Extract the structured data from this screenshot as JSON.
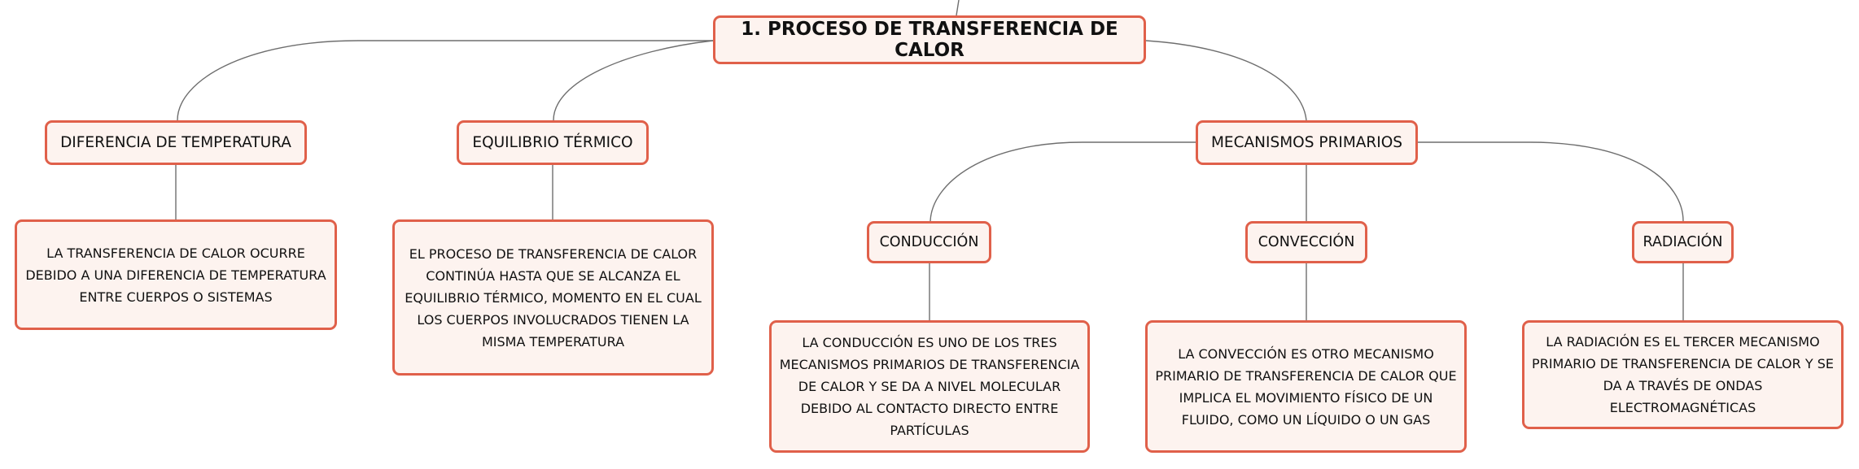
{
  "colors": {
    "node_border": "#e0604a",
    "node_fill": "#fdf3ef",
    "connector": "#6e6e6e"
  },
  "root": {
    "label": "1. PROCESO DE TRANSFERENCIA DE CALOR"
  },
  "branches": {
    "diferencia": {
      "label": "DIFERENCIA DE TEMPERATURA",
      "detail": "LA TRANSFERENCIA DE CALOR OCURRE DEBIDO A UNA DIFERENCIA DE TEMPERATURA ENTRE CUERPOS O SISTEMAS"
    },
    "equilibrio": {
      "label": "EQUILIBRIO TÉRMICO",
      "detail": "EL PROCESO DE TRANSFERENCIA DE CALOR CONTINÚA HASTA QUE SE ALCANZA EL EQUILIBRIO TÉRMICO, MOMENTO EN EL CUAL LOS CUERPOS INVOLUCRADOS TIENEN LA MISMA TEMPERATURA"
    },
    "mecanismos": {
      "label": "MECANISMOS PRIMARIOS",
      "conduccion": {
        "label": "CONDUCCIÓN",
        "detail": "LA CONDUCCIÓN ES UNO DE LOS TRES MECANISMOS PRIMARIOS DE TRANSFERENCIA DE CALOR Y SE DA A NIVEL MOLECULAR DEBIDO AL CONTACTO DIRECTO ENTRE PARTÍCULAS"
      },
      "conveccion": {
        "label": "CONVECCIÓN",
        "detail": "LA CONVECCIÓN ES OTRO MECANISMO PRIMARIO DE TRANSFERENCIA DE CALOR QUE IMPLICA EL MOVIMIENTO FÍSICO DE UN FLUIDO, COMO UN LÍQUIDO O UN GAS"
      },
      "radiacion": {
        "label": "RADIACIÓN",
        "detail": "LA RADIACIÓN ES EL TERCER MECANISMO PRIMARIO DE TRANSFERENCIA DE CALOR Y SE DA A TRAVÉS DE ONDAS ELECTROMAGNÉTICAS"
      }
    }
  }
}
